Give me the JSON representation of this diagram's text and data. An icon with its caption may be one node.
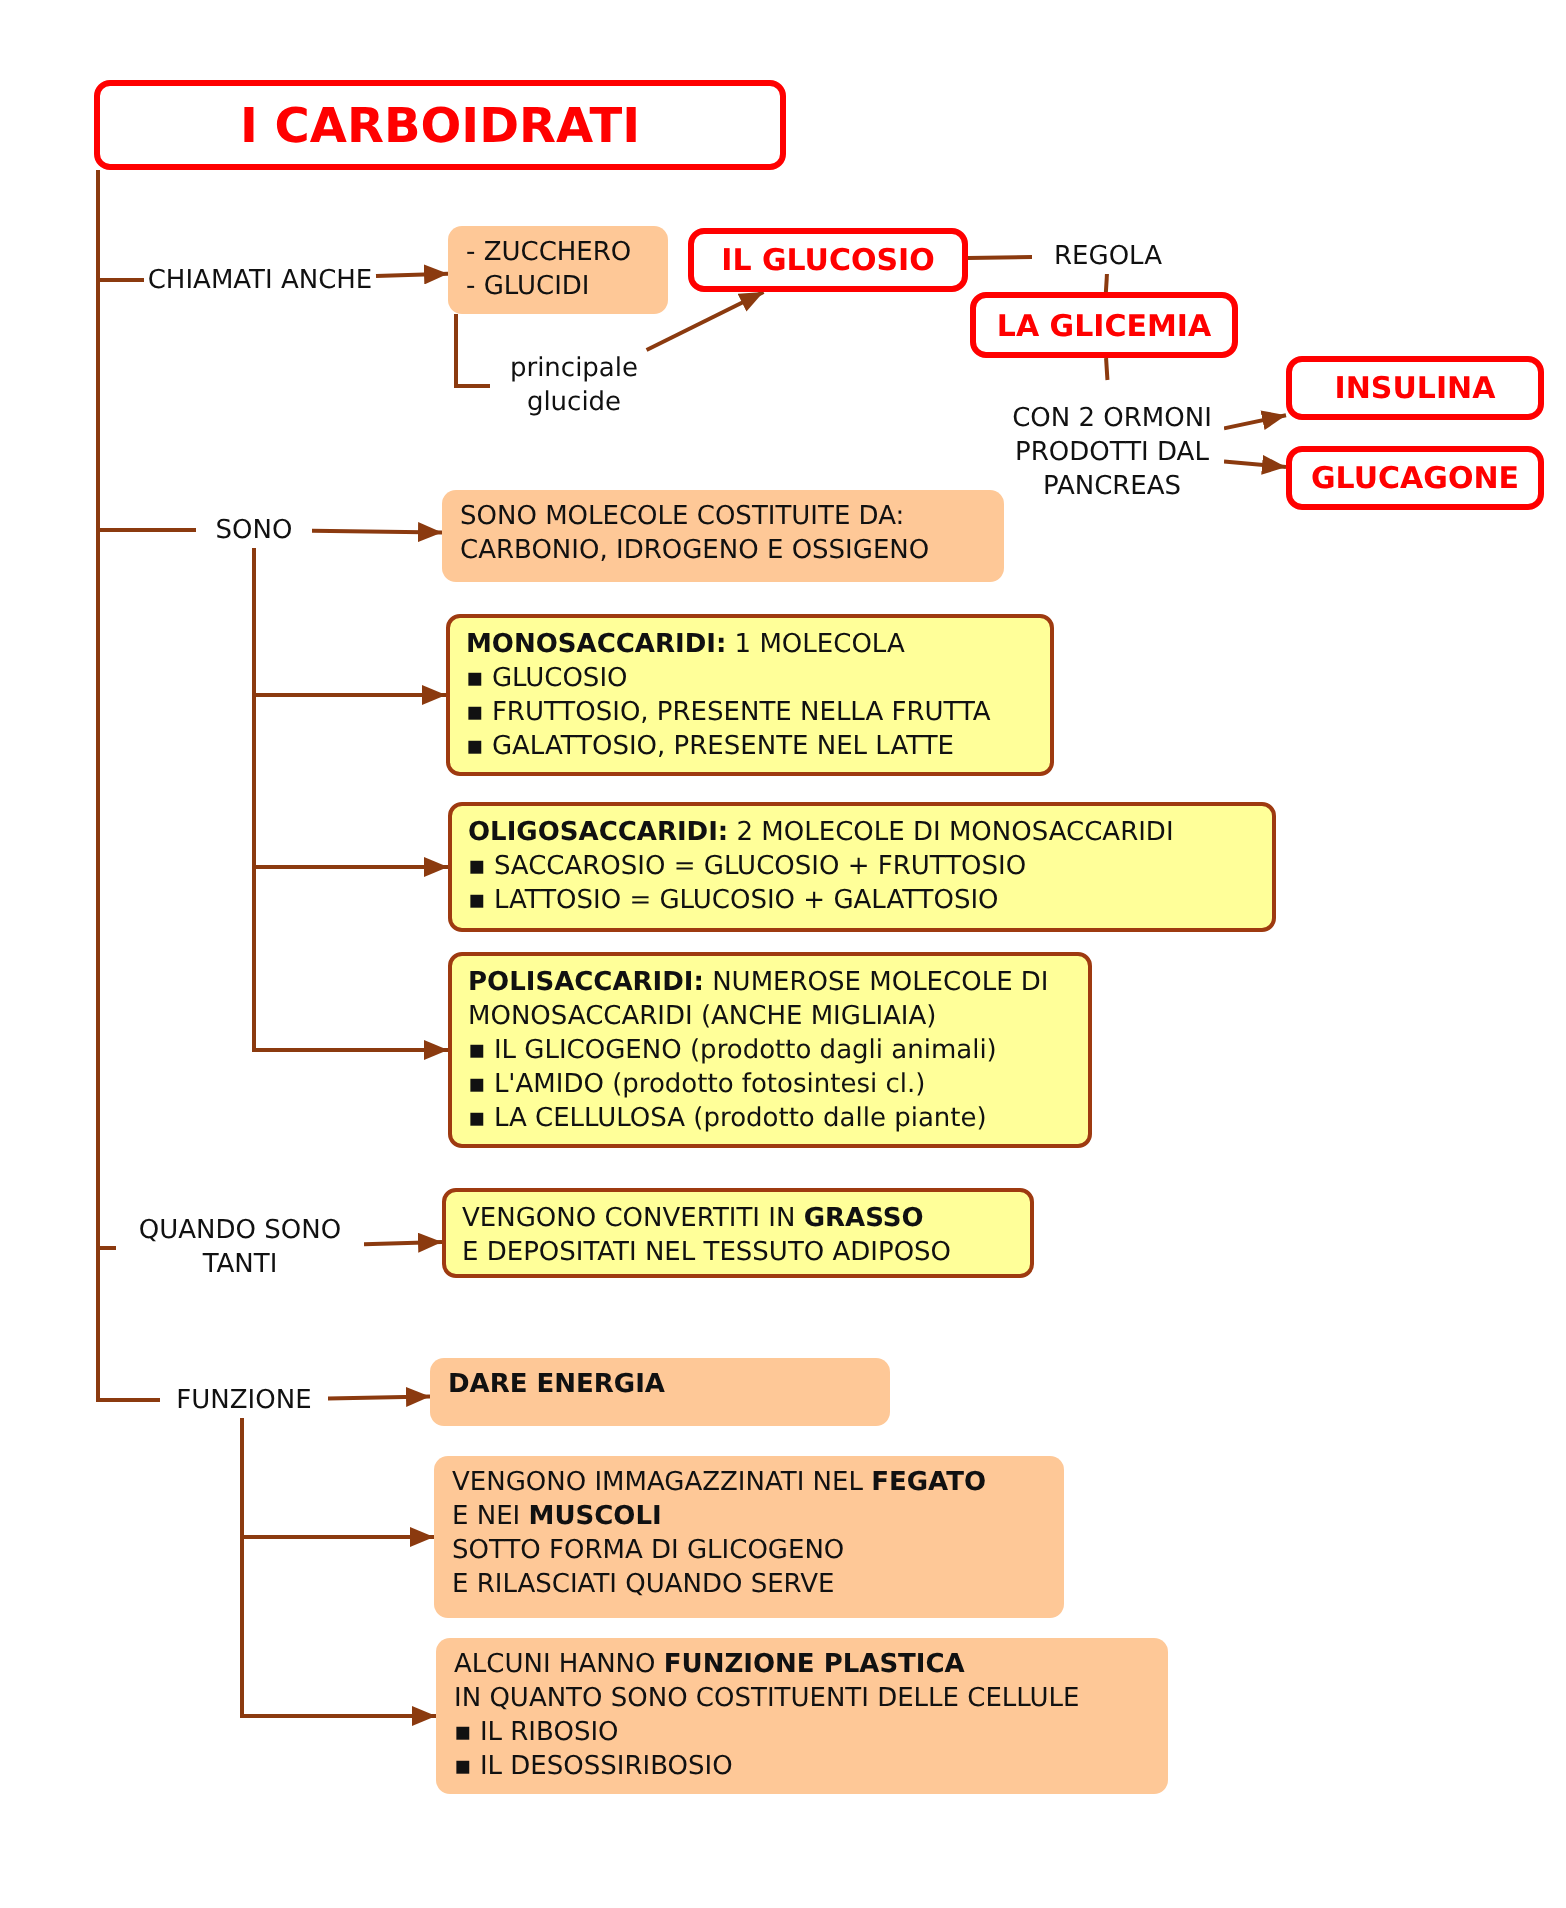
{
  "diagram": {
    "nodes": [
      {
        "text": [
          "I CARBOIDRATI"
        ]
      },
      {
        "text": [
          "CHIAMATI ANCHE"
        ]
      },
      {
        "text": [
          "- ZUCCHERO",
          "- GLUCIDI"
        ]
      },
      {
        "text": [
          "principale glucide"
        ]
      },
      {
        "text": [
          "IL GLUCOSIO"
        ]
      },
      {
        "text": [
          "REGOLA"
        ]
      },
      {
        "text": [
          "LA GLICEMIA"
        ]
      },
      {
        "text": [
          "CON 2 ORMONI PRODOTTI DAL PANCREAS"
        ]
      },
      {
        "text": [
          "INSULINA"
        ]
      },
      {
        "text": [
          "GLUCAGONE"
        ]
      },
      {
        "text": [
          "SONO"
        ]
      },
      {
        "text": [
          "SONO MOLECOLE COSTITUITE DA: CARBONIO, IDROGENO E OSSIGENO"
        ]
      },
      {
        "text": [
          "**MONOSACCARIDI:** 1 MOLECOLA",
          "▪ GLUCOSIO",
          "▪ FRUTTOSIO, PRESENTE NELLA FRUTTA",
          "▪ GALATTOSIO, PRESENTE NEL LATTE"
        ]
      },
      {
        "text": [
          "**OLIGOSACCARIDI:** 2 MOLECOLE DI MONOSACCARIDI",
          "▪ SACCAROSIO = GLUCOSIO + FRUTTOSIO",
          "▪ LATTOSIO = GLUCOSIO + GALATTOSIO"
        ]
      },
      {
        "text": [
          "**POLISACCARIDI:** NUMEROSE MOLECOLE DI MONOSACCARIDI (ANCHE MIGLIAIA)",
          "▪ IL GLICOGENO (prodotto dagli animali)",
          "▪  L'AMIDO (prodotto fotosintesi cl.)",
          "▪ LA CELLULOSA (prodotto dalle piante)"
        ]
      },
      {
        "text": [
          "QUANDO SONO TANTI"
        ]
      },
      {
        "text": [
          "VENGONO CONVERTITI IN **GRASSO**",
          "E DEPOSITATI NEL TESSUTO ADIPOSO"
        ]
      },
      {
        "text": [
          "FUNZIONE"
        ]
      },
      {
        "text": [
          "DARE ENERGIA"
        ]
      },
      {
        "text": [
          "VENGONO IMMAGAZZINATI NEL **FEGATO**",
          "E NEI **MUSCOLI**",
          "SOTTO FORMA DI GLICOGENO",
          "E RILASCIATI QUANDO SERVE"
        ]
      },
      {
        "text": [
          "ALCUNI HANNO **FUNZIONE PLASTICA**",
          "IN QUANTO SONO COSTITUENTI DELLE CELLULE",
          "▪   IL RIBOSIO",
          "▪   IL DESOSSIRIBOSIO"
        ]
      }
    ],
    "edges": [
      {
        "from": 0,
        "to": 1,
        "arrow": "none"
      },
      {
        "from": 0,
        "to": 10,
        "arrow": "none"
      },
      {
        "from": 0,
        "to": 15,
        "arrow": "none"
      },
      {
        "from": 0,
        "to": 17,
        "arrow": "none"
      },
      {
        "from": 1,
        "to": 2,
        "arrow": "to"
      },
      {
        "from": 2,
        "to": 3,
        "arrow": "none"
      },
      {
        "from": 3,
        "to": 4,
        "arrow": "to"
      },
      {
        "from": 4,
        "to": 5,
        "arrow": "none"
      },
      {
        "from": 5,
        "to": 6,
        "arrow": "none"
      },
      {
        "from": 6,
        "to": 7,
        "arrow": "none"
      },
      {
        "from": 7,
        "to": 8,
        "arrow": "to"
      },
      {
        "from": 7,
        "to": 9,
        "arrow": "to"
      },
      {
        "from": 10,
        "to": 11,
        "arrow": "to"
      },
      {
        "from": 10,
        "to": 12,
        "arrow": "to"
      },
      {
        "from": 10,
        "to": 13,
        "arrow": "to"
      },
      {
        "from": 10,
        "to": 14,
        "arrow": "to"
      },
      {
        "from": 15,
        "to": 16,
        "arrow": "to"
      },
      {
        "from": 17,
        "to": 18,
        "arrow": "to"
      },
      {
        "from": 17,
        "to": 19,
        "arrow": "to"
      },
      {
        "from": 17,
        "to": 20,
        "arrow": "to"
      }
    ]
  }
}
